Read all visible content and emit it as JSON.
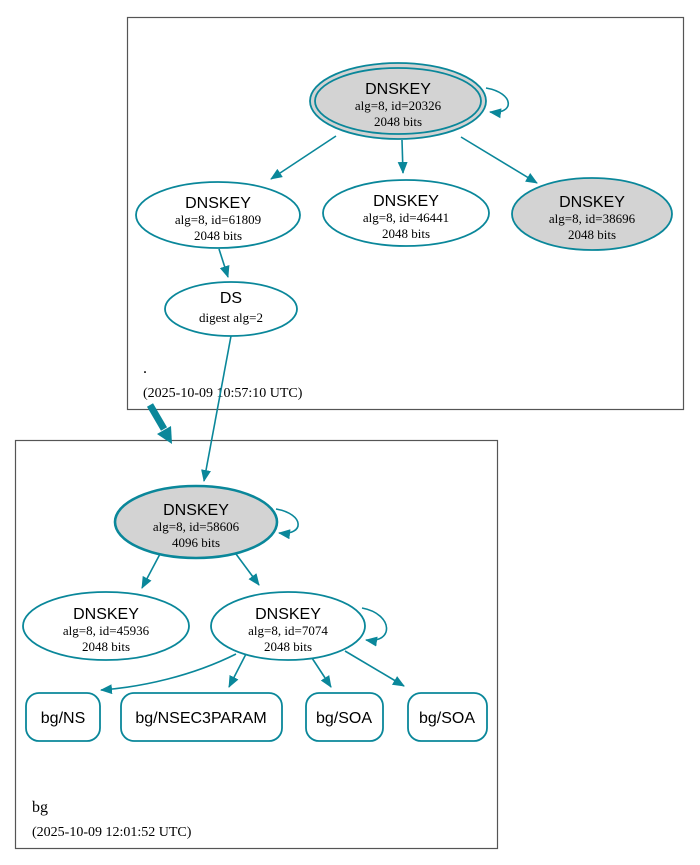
{
  "colors": {
    "edge": "#0a879a",
    "node_fill": "#ffffff",
    "node_fill_sep": "#d3d3d3",
    "box_border": "#555555",
    "text": "#000000",
    "background": "#ffffff"
  },
  "zones": [
    {
      "label": ".",
      "timestamp": "(2025-10-09 10:57:10 UTC)",
      "nodes": {
        "ksk": {
          "title": "DNSKEY",
          "detail1": "alg=8, id=20326",
          "detail2": "2048 bits"
        },
        "zsk1": {
          "title": "DNSKEY",
          "detail1": "alg=8, id=61809",
          "detail2": "2048 bits"
        },
        "zsk2": {
          "title": "DNSKEY",
          "detail1": "alg=8, id=46441",
          "detail2": "2048 bits"
        },
        "zsk3": {
          "title": "DNSKEY",
          "detail1": "alg=8, id=38696",
          "detail2": "2048 bits"
        },
        "ds": {
          "title": "DS",
          "detail1": "digest alg=2"
        }
      }
    },
    {
      "label": "bg",
      "timestamp": "(2025-10-09 12:01:52 UTC)",
      "nodes": {
        "ksk": {
          "title": "DNSKEY",
          "detail1": "alg=8, id=58606",
          "detail2": "4096 bits"
        },
        "zsk1": {
          "title": "DNSKEY",
          "detail1": "alg=8, id=45936",
          "detail2": "2048 bits"
        },
        "zsk2": {
          "title": "DNSKEY",
          "detail1": "alg=8, id=7074",
          "detail2": "2048 bits"
        },
        "rrsets": [
          {
            "label": "bg/NS"
          },
          {
            "label": "bg/NSEC3PARAM"
          },
          {
            "label": "bg/SOA"
          },
          {
            "label": "bg/SOA"
          }
        ]
      }
    }
  ]
}
